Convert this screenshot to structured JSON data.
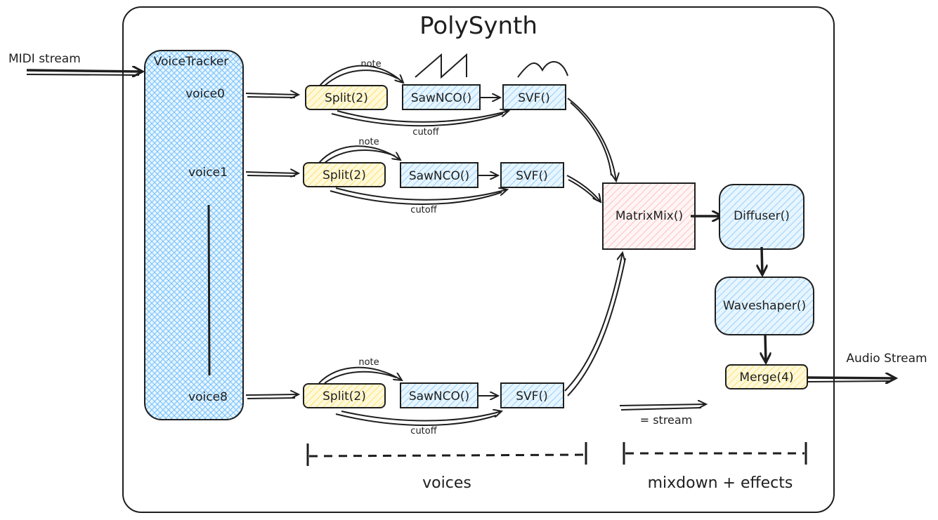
{
  "title": "PolySynth",
  "inputs": {
    "midi_label": "MIDI stream"
  },
  "outputs": {
    "audio_label": "Audio Stream"
  },
  "voice_tracker": {
    "label": "VoiceTracker",
    "voices": [
      "voice0",
      "voice1",
      "voice8"
    ]
  },
  "voice_rows": [
    {
      "split": "Split(2)",
      "nco": "SawNCO()",
      "svf": "SVF()",
      "note": "note",
      "cutoff": "cutoff"
    },
    {
      "split": "Split(2)",
      "nco": "SawNCO()",
      "svf": "SVF()",
      "note": "note",
      "cutoff": "cutoff"
    },
    {
      "split": "Split(2)",
      "nco": "SawNCO()",
      "svf": "SVF()",
      "note": "note",
      "cutoff": "cutoff"
    }
  ],
  "mix": {
    "matrix": "MatrixMix()",
    "diffuser": "Diffuser()",
    "waveshaper": "Waveshaper()",
    "merge": "Merge(4)"
  },
  "legend": {
    "stream": "= stream"
  },
  "sections": {
    "voices": "voices",
    "mixdown": "mixdown + effects"
  },
  "colors": {
    "blue_fill": "#a5d8ff",
    "yellow_fill": "#ffec99",
    "red_fill": "#ffc9c9",
    "stroke": "#1e1e1e"
  }
}
